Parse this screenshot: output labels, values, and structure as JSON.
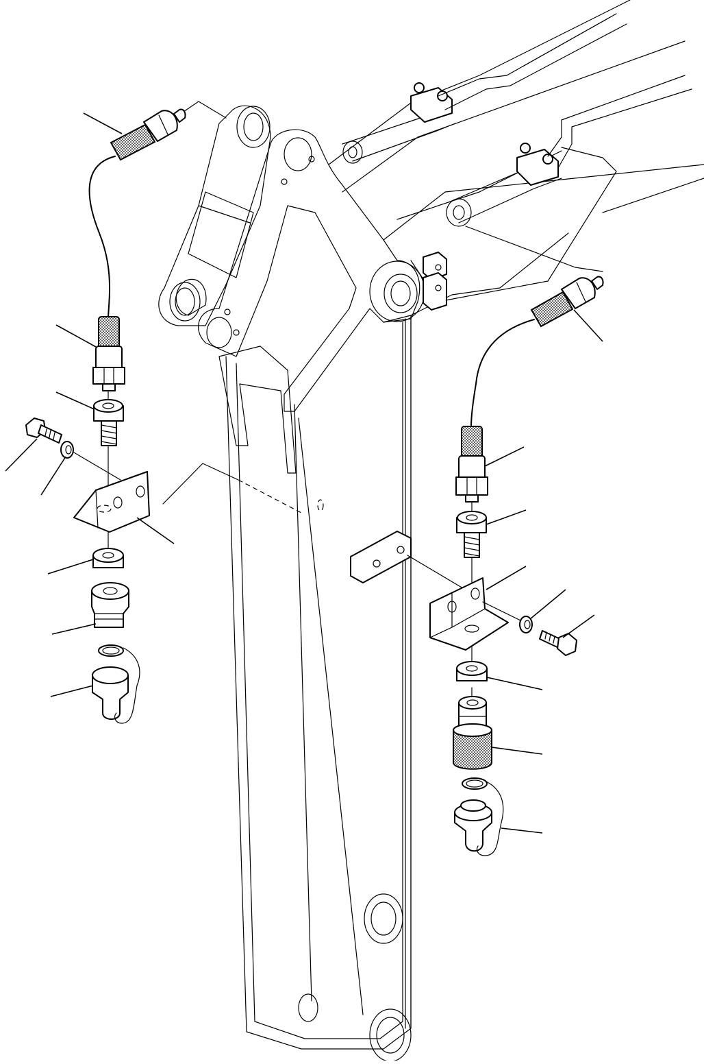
{
  "diagram": {
    "kind": "exploded-parts-view",
    "subject": "",
    "callouts": [
      {
        "id": "hose-fitting-upper-left",
        "label": ""
      },
      {
        "id": "pressure-hose-left",
        "label": ""
      },
      {
        "id": "adapter-left",
        "label": ""
      },
      {
        "id": "bolt-left",
        "label": ""
      },
      {
        "id": "washer-left",
        "label": ""
      },
      {
        "id": "bracket-left",
        "label": ""
      },
      {
        "id": "nut-left",
        "label": ""
      },
      {
        "id": "coupler-left",
        "label": ""
      },
      {
        "id": "dust-cap-left",
        "label": ""
      },
      {
        "id": "hose-fitting-right",
        "label": ""
      },
      {
        "id": "pressure-hose-right",
        "label": ""
      },
      {
        "id": "adapter-right",
        "label": ""
      },
      {
        "id": "bracket-right",
        "label": ""
      },
      {
        "id": "washer-right",
        "label": ""
      },
      {
        "id": "bolt-right",
        "label": ""
      },
      {
        "id": "nut-right",
        "label": ""
      },
      {
        "id": "coupler-right",
        "label": ""
      },
      {
        "id": "dust-cap-right",
        "label": ""
      }
    ]
  }
}
